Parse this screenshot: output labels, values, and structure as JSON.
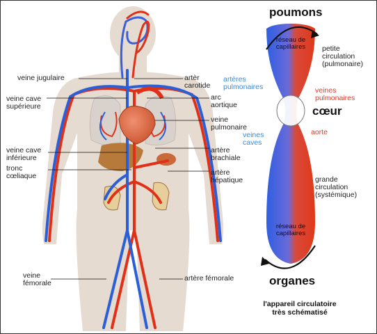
{
  "body_labels": {
    "veine_jugulaire": "veine jugulaire",
    "artere_carotide": "artèr\ncarotide",
    "veine_cave_superieure": "veine cave\nsupérieure",
    "arc_aortique": "arc\naortique",
    "veine_pulmonaire": "veine\npulmonaire",
    "veine_cave_inferieure": "veine cave\ninférieure",
    "artere_brachiale": "artère\nbrachiale",
    "tronc_coeliaque": "tronc\ncœliaque",
    "artere_hepatique": "artère\nhépatique",
    "veine_femorale": "veine\nfémorale",
    "artere_femorale": "artère fémorale",
    "arteres_pulmonaires": "artères\npulmonaires",
    "veines_caves": "veines\ncaves"
  },
  "schema": {
    "poumons": "poumons",
    "organes": "organes",
    "reseau_haut": "réseau\nde\ncapillaires",
    "reseau_bas": "réseau\nde\ncapillaires",
    "petite_circulation": "petite\ncirculation\n(pulmonaire)",
    "veines_pulmonaires": "veines\npulmonaires",
    "coeur": "cœur",
    "aorte": "aorte",
    "grande_circulation": "grande\ncirculation\n(systémique)",
    "caption": "l'appareil circulatoire\ntrès schématisé"
  },
  "colors": {
    "artery": "#e03018",
    "vein": "#2a5fd8",
    "skin": "#e8ddd3"
  }
}
